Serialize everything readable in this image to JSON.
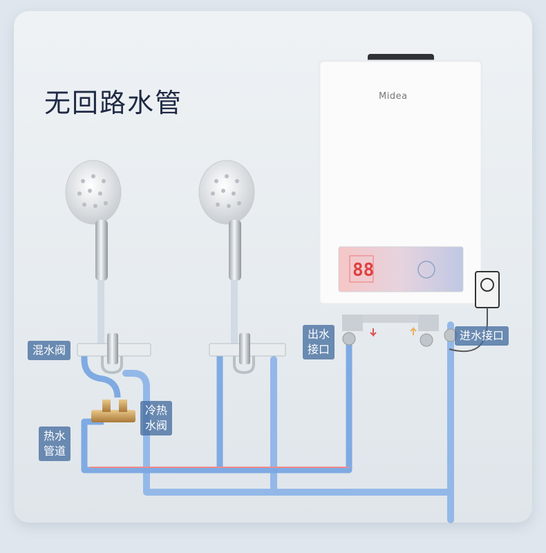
{
  "title": "无回路水管",
  "brand": "Midea",
  "display": {
    "temperature": "88"
  },
  "labels": {
    "mixing_valve": "混水阀",
    "outlet_l1": "出水",
    "outlet_l2": "接口",
    "inlet": "进水接口",
    "cold_hot_l1": "冷热",
    "cold_hot_l2": "水阀",
    "hot_pipe_l1": "热水",
    "hot_pipe_l2": "管道"
  }
}
